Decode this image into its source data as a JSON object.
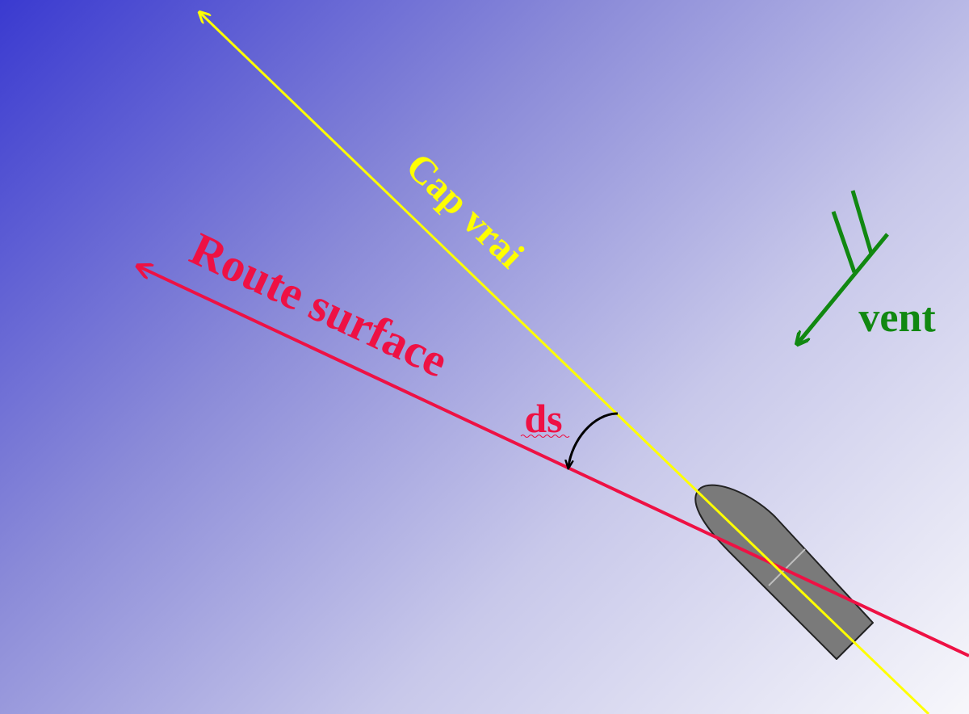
{
  "labels": {
    "cap_vrai": "Cap vrai",
    "route_surface": "Route surface",
    "derive": "ds",
    "wind": "vent"
  },
  "colors": {
    "cap_vrai": "#ffff00",
    "route_surface": "#ee1144",
    "wind": "#118811",
    "angle_arc": "#000000",
    "boat_hull": "#7a7a7a",
    "boat_outline": "#222222"
  },
  "icons": {
    "boat": "boat-hull-icon",
    "wind": "wind-barb-icon"
  }
}
